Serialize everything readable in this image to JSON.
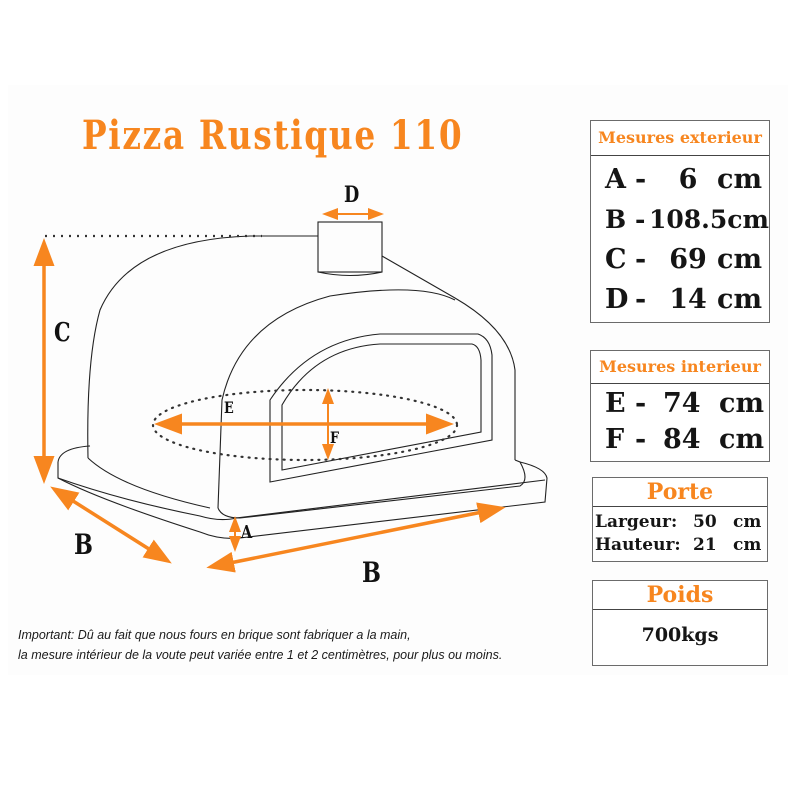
{
  "title": "Pizza Rustique 110",
  "colors": {
    "accent": "#f7861f",
    "text": "#151515",
    "border": "#6b6b6b"
  },
  "diagram": {
    "labels": {
      "A": "A",
      "B_left": "B",
      "B_front": "B",
      "C": "C",
      "D": "D",
      "E": "E",
      "F": "F"
    }
  },
  "exterior": {
    "header": "Mesures exterieur",
    "rows": [
      {
        "letter": "A",
        "sep": "-",
        "value": "6",
        "unit": "cm"
      },
      {
        "letter": "B",
        "sep": "-",
        "value": "108.5",
        "unit": "cm"
      },
      {
        "letter": "C",
        "sep": "-",
        "value": "69",
        "unit": "cm"
      },
      {
        "letter": "D",
        "sep": "-",
        "value": "14",
        "unit": "cm"
      }
    ]
  },
  "interior": {
    "header": "Mesures interieur",
    "rows": [
      {
        "letter": "E",
        "sep": "-",
        "value": "74",
        "unit": "cm"
      },
      {
        "letter": "F",
        "sep": "-",
        "value": "84",
        "unit": "cm"
      }
    ]
  },
  "door": {
    "header": "Porte",
    "rows": [
      {
        "label": "Largeur:",
        "value": "50",
        "unit": "cm"
      },
      {
        "label": "Hauteur:",
        "value": "21",
        "unit": "cm"
      }
    ]
  },
  "weight": {
    "header": "Poids",
    "value": "700kgs"
  },
  "note": {
    "line1": "Important: Dû au fait que nous fours en brique sont fabriquer a la main,",
    "line2": "la mesure intérieur de la voute peut variée entre 1 et 2 centimètres, pour plus ou moins."
  }
}
